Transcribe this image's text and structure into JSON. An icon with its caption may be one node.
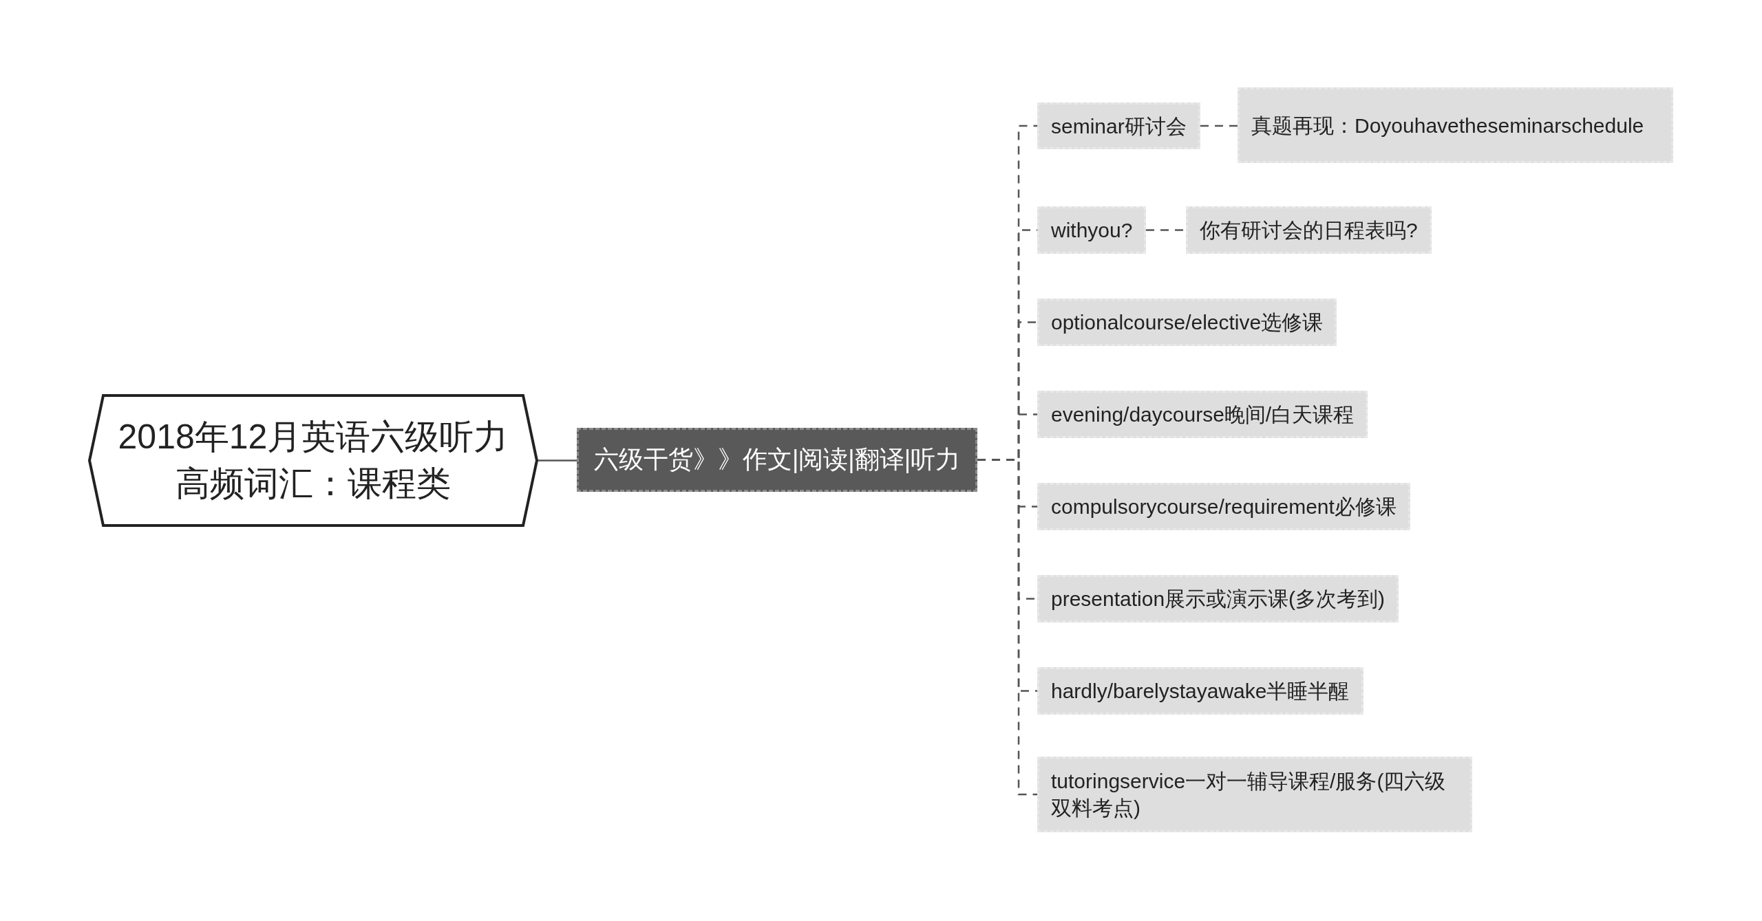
{
  "diagram": {
    "nodes": [
      {
        "text": [
          "2018年12月英语六级听力高频词汇：课程类"
        ]
      },
      {
        "text": [
          "六级干货》》作文|阅读|翻译|听力"
        ]
      },
      {
        "text": [
          "seminar研讨会"
        ]
      },
      {
        "text": [
          "真题再现：Doyouhavetheseminarschedule"
        ]
      },
      {
        "text": [
          "withyou?"
        ]
      },
      {
        "text": [
          "你有研讨会的日程表吗?"
        ]
      },
      {
        "text": [
          "optionalcourse/elective选修课"
        ]
      },
      {
        "text": [
          "evening/daycourse晚间/白天课程"
        ]
      },
      {
        "text": [
          "compulsorycourse/requirement必修课"
        ]
      },
      {
        "text": [
          "presentation展示或演示课(多次考到)"
        ]
      },
      {
        "text": [
          "hardly/barelystayawake半睡半醒"
        ]
      },
      {
        "text": [
          "tutoringservice一对一辅导课程/服务(四六级双料考点)"
        ]
      }
    ],
    "edges": [
      {
        "from": 0,
        "to": 1,
        "arrow": "none"
      },
      {
        "from": 1,
        "to": 2,
        "arrow": "none",
        "style": "dashed"
      },
      {
        "from": 1,
        "to": 4,
        "arrow": "none",
        "style": "dashed"
      },
      {
        "from": 1,
        "to": 6,
        "arrow": "none",
        "style": "dashed"
      },
      {
        "from": 1,
        "to": 7,
        "arrow": "none",
        "style": "dashed"
      },
      {
        "from": 1,
        "to": 8,
        "arrow": "none",
        "style": "dashed"
      },
      {
        "from": 1,
        "to": 9,
        "arrow": "none",
        "style": "dashed"
      },
      {
        "from": 1,
        "to": 10,
        "arrow": "none",
        "style": "dashed"
      },
      {
        "from": 1,
        "to": 11,
        "arrow": "none",
        "style": "dashed"
      },
      {
        "from": 2,
        "to": 3,
        "arrow": "none",
        "style": "dashed"
      },
      {
        "from": 4,
        "to": 5,
        "arrow": "none",
        "style": "dashed"
      }
    ]
  }
}
